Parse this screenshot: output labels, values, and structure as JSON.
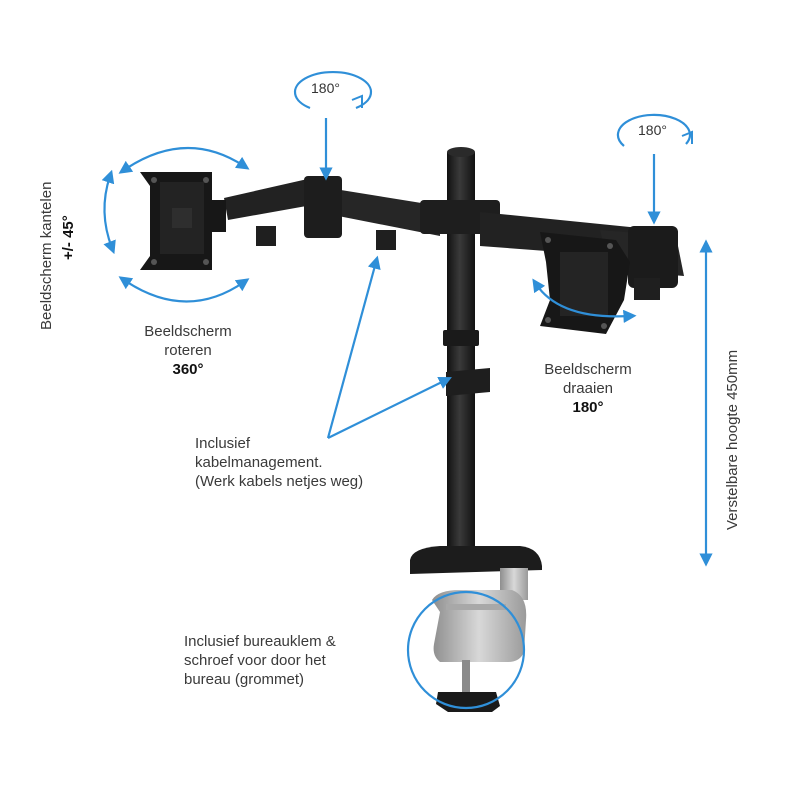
{
  "labels": {
    "tilt_title": "Beeldscherm kantelen",
    "tilt_value": "+/- 45°",
    "rotate_line1": "Beeldscherm",
    "rotate_line2": "roteren",
    "rotate_value": "360°",
    "swivel_line1": "Beeldscherm",
    "swivel_line2": "draaien",
    "swivel_value": "180°",
    "badge_left": "180°",
    "badge_right": "180°",
    "cable_line1": "Inclusief",
    "cable_line2": "kabelmanagement.",
    "cable_line3": "(Werk kabels netjes weg)",
    "clamp_line1": "Inclusief bureauklem &",
    "clamp_line2": "schroef voor door het",
    "clamp_line3": "bureau (grommet)",
    "height_text": "Verstelbare hoogte 450mm"
  },
  "colors": {
    "accent": "#2f8fd8",
    "mount": "#1c1c1c",
    "mount_highlight": "#3a3a3a",
    "clamp_metal": "#b9b9b9"
  },
  "icons": [
    "rotation-arrow-icon",
    "double-arrow-icon",
    "pointer-arrow-icon"
  ]
}
